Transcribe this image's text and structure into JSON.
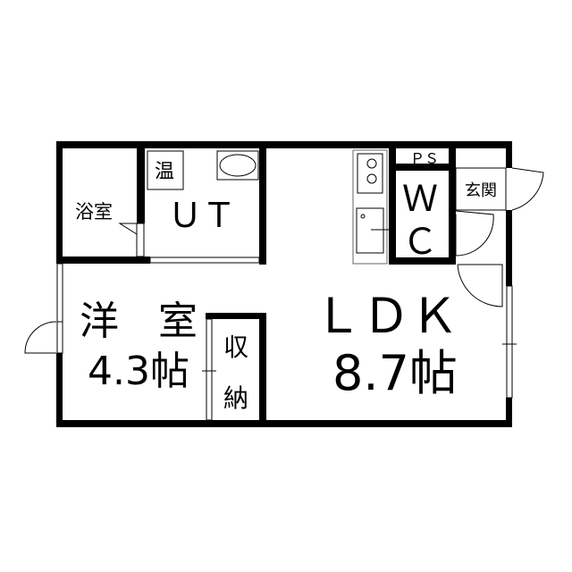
{
  "rooms": {
    "bath": "浴室",
    "water_heater": "温",
    "utility": "ＵＴ",
    "pipe_space": "ＰＳ",
    "wc_w": "Ｗ",
    "wc_c": "Ｃ",
    "entrance": "玄関",
    "western_room": "洋　室",
    "western_room_size": "4.3帖",
    "storage_top": "収",
    "storage_bottom": "納",
    "ldk": "ＬＤＫ",
    "ldk_size": "8.7帖"
  }
}
